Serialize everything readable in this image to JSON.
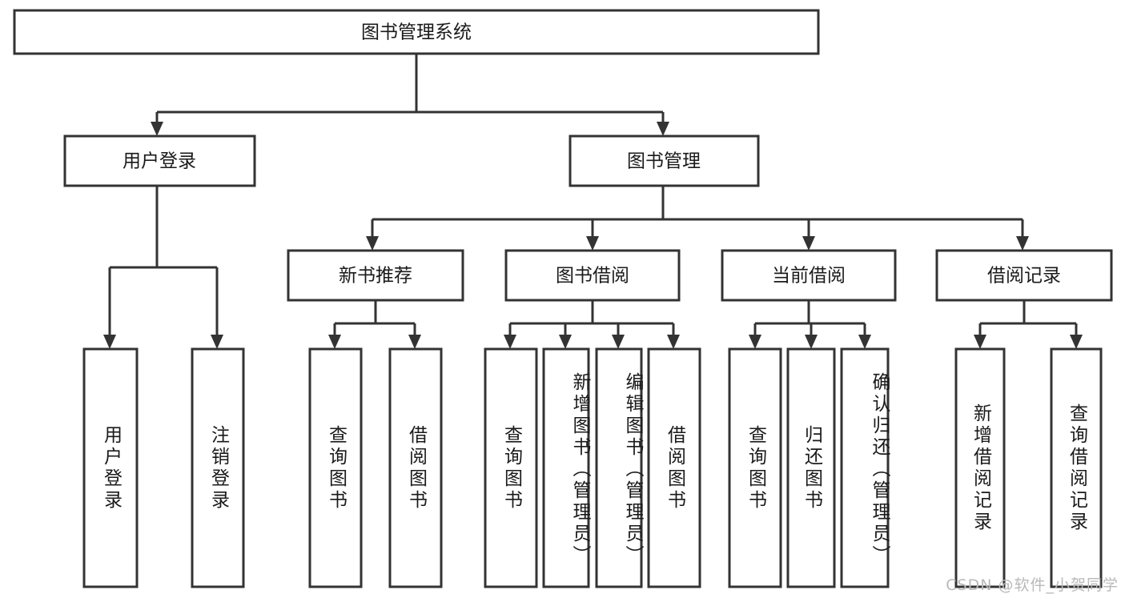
{
  "diagram": {
    "type": "tree",
    "title": "图书管理系统",
    "orientation": "top-down",
    "watermark": "CSDN @软件_小贺同学",
    "colors": {
      "box_fill": "#ffffff",
      "box_stroke": "#333333",
      "text": "#1a1a1a",
      "watermark": "#b9b9b9",
      "background": "#ffffff"
    },
    "root": {
      "label": "图书管理系统"
    },
    "level2": [
      {
        "label": "用户登录"
      },
      {
        "label": "图书管理"
      }
    ],
    "level3": [
      {
        "label": "新书推荐"
      },
      {
        "label": "图书借阅"
      },
      {
        "label": "当前借阅"
      },
      {
        "label": "借阅记录"
      }
    ],
    "leaves": {
      "user_login": [
        {
          "label": "用户登录"
        },
        {
          "label": "注销登录"
        }
      ],
      "new_book_recommend": [
        {
          "label": "查询图书"
        },
        {
          "label": "借阅图书"
        }
      ],
      "book_borrow": [
        {
          "label": "查询图书"
        },
        {
          "label": "新增图书（管理员）"
        },
        {
          "label": "编辑图书（管理员）"
        },
        {
          "label": "借阅图书"
        }
      ],
      "current_borrow": [
        {
          "label": "查询图书"
        },
        {
          "label": "归还图书"
        },
        {
          "label": "确认归还（管理员）"
        }
      ],
      "borrow_record": [
        {
          "label": "新增借阅记录"
        },
        {
          "label": "查询借阅记录"
        }
      ]
    }
  }
}
